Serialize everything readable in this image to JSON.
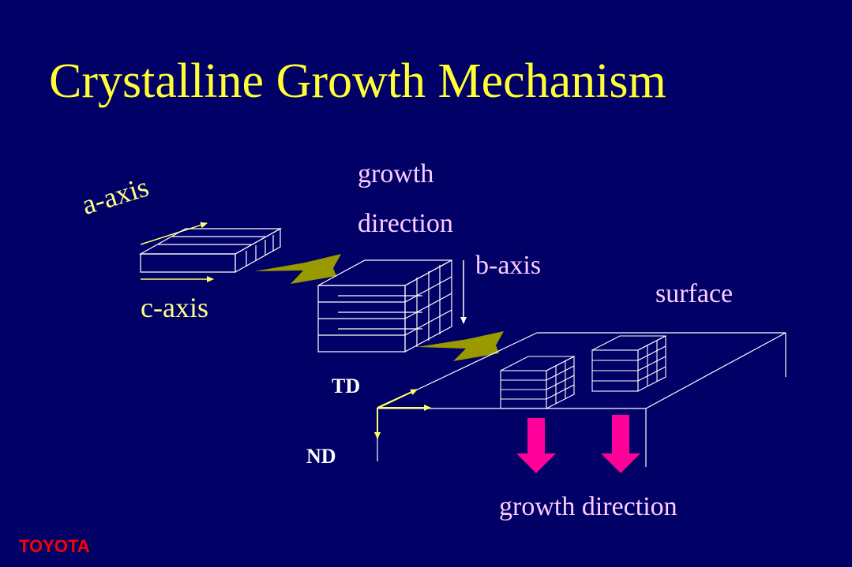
{
  "title": "Crystalline Growth Mechanism",
  "labels": {
    "growth_line1": "growth",
    "growth_line2": "direction",
    "a_axis": "a-axis",
    "c_axis": "c-axis",
    "b_axis": "b-axis",
    "surface": "surface",
    "td": "TD",
    "nd": "ND",
    "growth_direction": "growth direction"
  },
  "brand": "TOYOTA",
  "colors": {
    "background": "#000066",
    "title": "#ffff33",
    "axis_label": "#ffff88",
    "pink_label": "#ffccff",
    "transition_arrow": "#999900",
    "growth_arrow": "#ff0099",
    "brand": "#ff0000"
  }
}
